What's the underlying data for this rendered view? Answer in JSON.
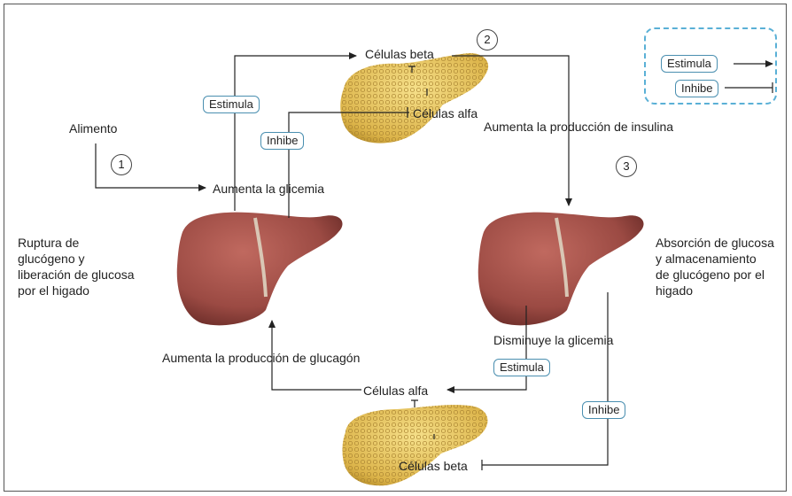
{
  "labels": {
    "celulas_beta_top": "Células beta",
    "celulas_alfa_top": "Células alfa",
    "aumenta_insulina": "Aumenta la producción de insulina",
    "alimento": "Alimento",
    "aumenta_glicemia": "Aumenta la glicemia",
    "ruptura": "Ruptura de\nglucógeno y\nliberación de glucosa\npor el higado",
    "absorcion": "Absorción de glucosa\ny almacenamiento\nde glucógeno por el\nhigado",
    "aumenta_glucagon": "Aumenta la producción de glucagón",
    "disminuye_glicemia": "Disminuye la glicemia",
    "celulas_alfa_bottom": "Células alfa",
    "celulas_beta_bottom": "Células beta"
  },
  "boxes": {
    "estimula_left": "Estimula",
    "inhibe_left": "Inhibe",
    "estimula_right": "Estimula",
    "inhibe_right": "Inhibe"
  },
  "steps": [
    "1",
    "2",
    "3"
  ],
  "legend": {
    "estimula": "Estimula",
    "inhibe": "Inhibe"
  },
  "colors": {
    "liver": "#9b4a43",
    "pancreas": "#e8c45a",
    "box_border": "#4a8fb0",
    "legend_border": "#5ab0d6"
  }
}
